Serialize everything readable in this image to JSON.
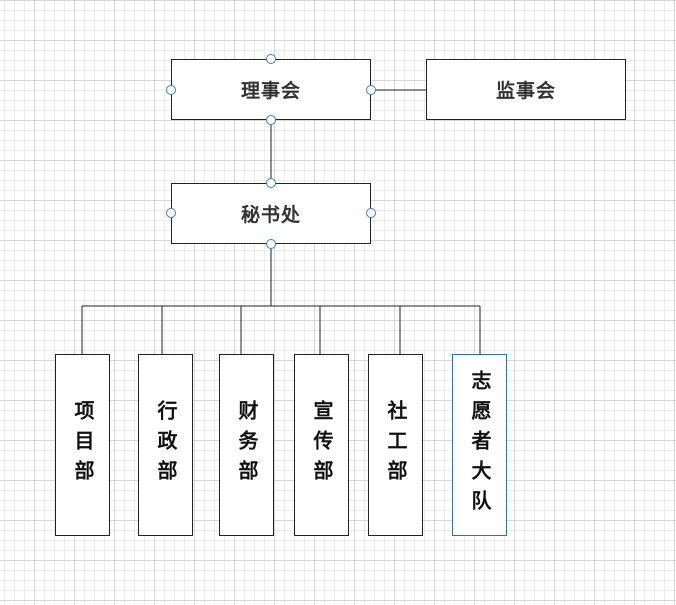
{
  "nodes": {
    "council": "理事会",
    "supervisors": "监事会",
    "secretariat": "秘书处",
    "departments": [
      "项目部",
      "行政部",
      "财务部",
      "宣传部",
      "社工部",
      "志愿者大队"
    ]
  }
}
